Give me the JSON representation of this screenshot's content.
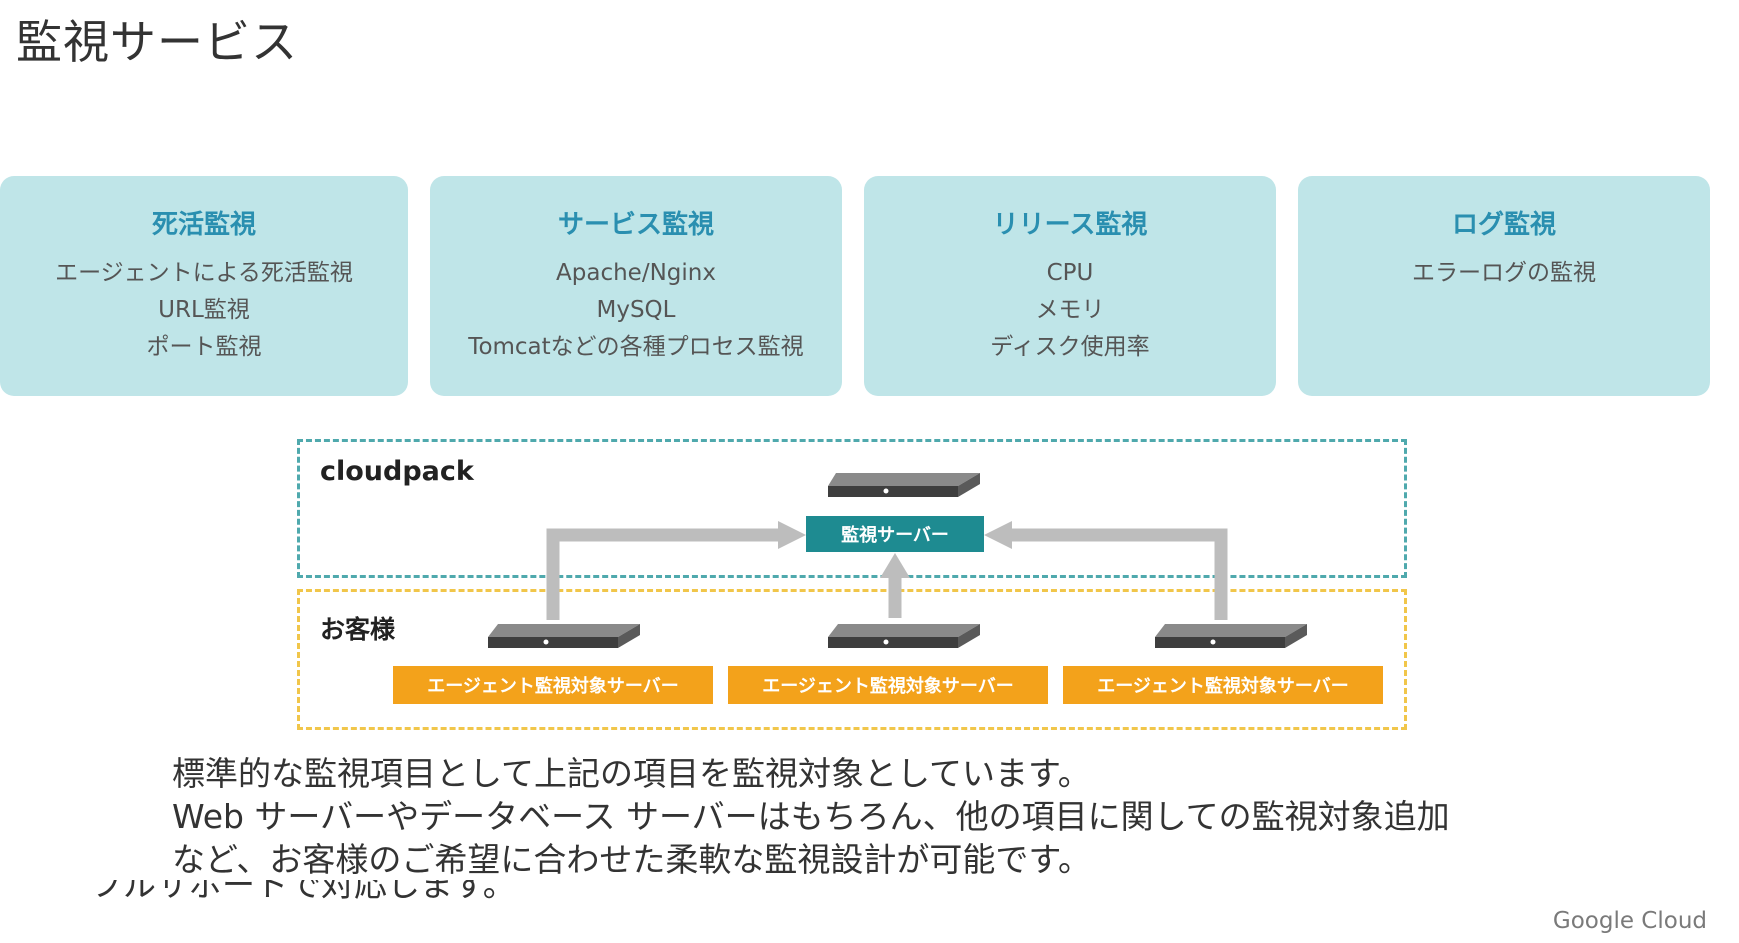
{
  "title": "監視サービス",
  "cards": [
    {
      "title": "死活監視",
      "lines": [
        "エージェントによる死活監視",
        "URL監視",
        "ポート監視"
      ]
    },
    {
      "title": "サービス監視",
      "lines": [
        "Apache/Nginx",
        "MySQL",
        "Tomcatなどの各種プロセス監視"
      ]
    },
    {
      "title": "リリース監視",
      "lines": [
        "CPU",
        "メモリ",
        "ディスク使用率"
      ]
    },
    {
      "title": "ログ監視",
      "lines": [
        "エラーログの監視"
      ]
    }
  ],
  "diagram": {
    "cloud_label": "cloudpack",
    "customer_label": "お客様",
    "monitor_server": "監視サーバー",
    "agent_servers": [
      "エージェント監視対象サーバー",
      "エージェント監視対象サーバー",
      "エージェント監視対象サーバー"
    ]
  },
  "caption": {
    "lines": [
      "標準的な監視項目として上記の項目を監視対象としています。",
      "Web サーバーやデータベース サーバーはもちろん、他の項目に関しての監視対象追加",
      "など、お客様のご希望に合わせた柔軟な監視設計が可能です。"
    ],
    "clipped_line": "フルサポートで対応します。"
  },
  "brand": "Google Cloud",
  "colors": {
    "card_bg": "#bfe5e8",
    "card_title": "#2a8fb0",
    "monitor_box": "#1e8b91",
    "agent_box": "#f3a21b",
    "cloud_border": "#4fa9ad",
    "customer_border": "#f1c64a",
    "arrow": "#bdbdbd"
  }
}
